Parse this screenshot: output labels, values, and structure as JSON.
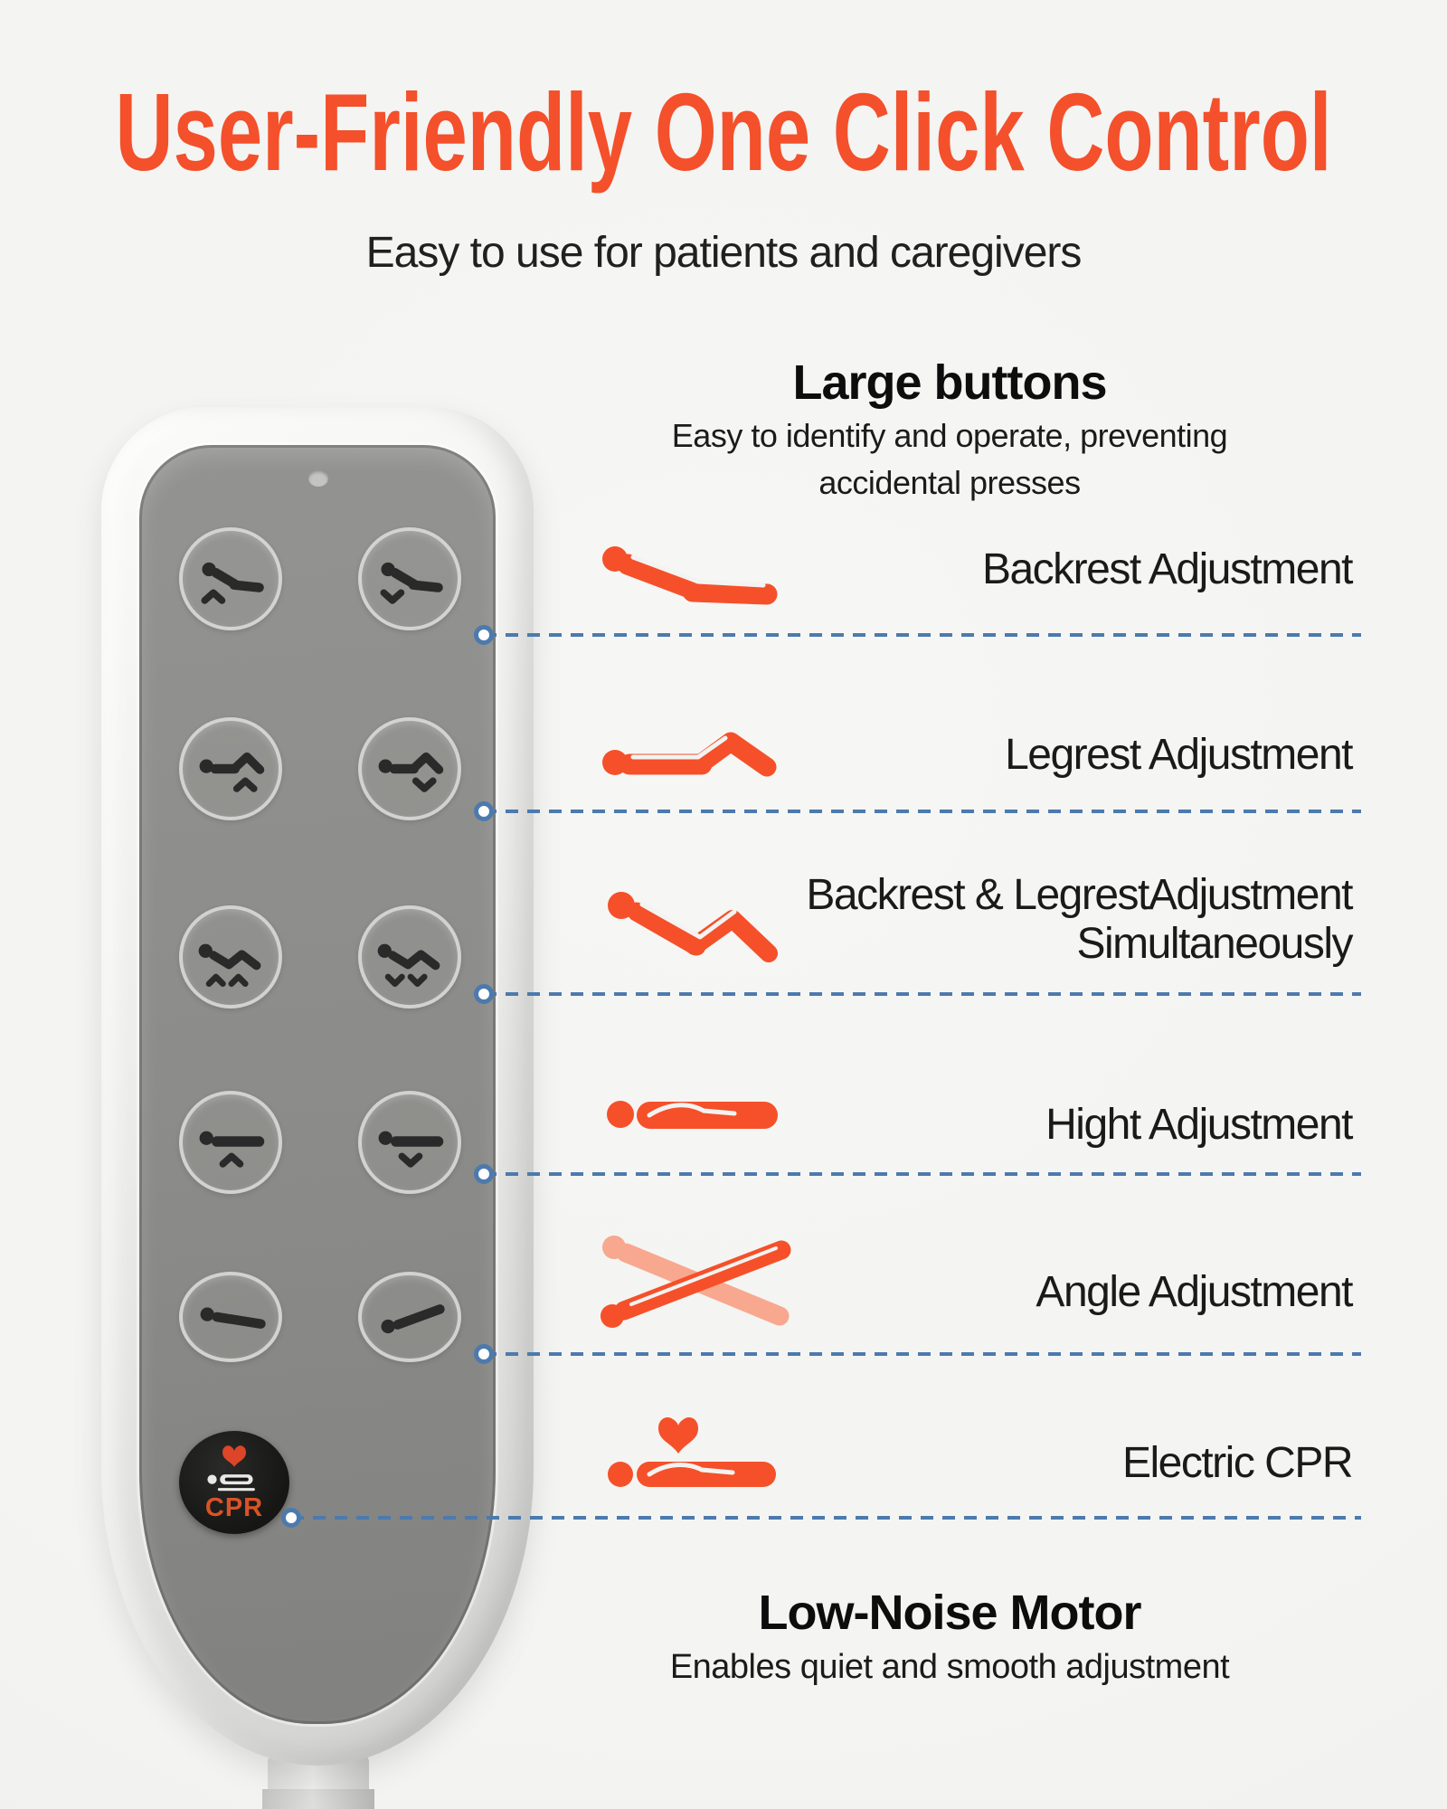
{
  "header": {
    "title": "User-Friendly One Click Control",
    "subtitle": "Easy to use for patients and caregivers"
  },
  "section": {
    "heading": "Large buttons",
    "description_line1": "Easy to identify and operate, preventing",
    "description_line2": "accidental presses"
  },
  "features": [
    {
      "label": "Backrest Adjustment",
      "icon": "backrest-adjustment-icon"
    },
    {
      "label": "Legrest Adjustment",
      "icon": "legrest-adjustment-icon"
    },
    {
      "label": "Backrest & LegrestAdjustment",
      "label2": "Simultaneously",
      "icon": "backrest-legrest-simultaneous-icon"
    },
    {
      "label": "Hight Adjustment",
      "icon": "height-adjustment-icon"
    },
    {
      "label": "Angle Adjustment",
      "icon": "angle-adjustment-icon"
    },
    {
      "label": "Electric CPR",
      "icon": "electric-cpr-icon"
    }
  ],
  "footer": {
    "heading": "Low-Noise Motor",
    "description": "Enables quiet and smooth adjustment"
  },
  "remote": {
    "cpr_label": "CPR",
    "led": "indicator-led",
    "buttons": [
      {
        "name": "backrest-up-button"
      },
      {
        "name": "backrest-down-button"
      },
      {
        "name": "legrest-up-button"
      },
      {
        "name": "legrest-down-button"
      },
      {
        "name": "backrest-legrest-up-button"
      },
      {
        "name": "backrest-legrest-down-button"
      },
      {
        "name": "height-up-button"
      },
      {
        "name": "height-down-button"
      },
      {
        "name": "tilt-head-down-button"
      },
      {
        "name": "tilt-head-up-button"
      },
      {
        "name": "cpr-button"
      }
    ]
  },
  "colors": {
    "accent_orange": "#f5502a",
    "ghost_orange": "#f8a88e",
    "connector_blue": "#4d7aad",
    "title_orange": "#f3502b",
    "panel_gray": "#8b8b89",
    "background": "#f3f3f1"
  }
}
